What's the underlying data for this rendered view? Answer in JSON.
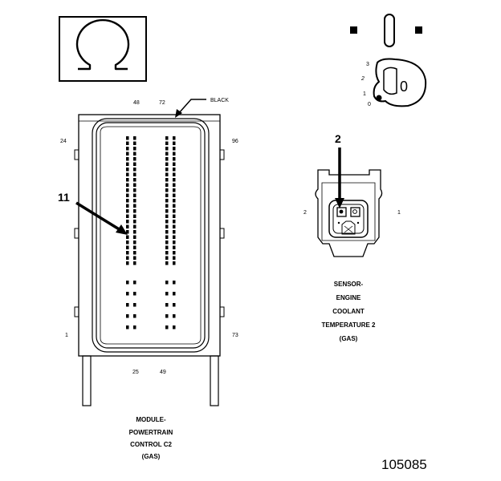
{
  "ohm_symbol": "Ω",
  "ignition": {
    "key_positions": [
      "3",
      "2",
      "1",
      "0"
    ],
    "key_readout": "0"
  },
  "pcm_connector": {
    "color_label": "BLACK",
    "pin_labels": {
      "top_left": "48",
      "top_right": "72",
      "upper_left": "24",
      "upper_right": "96",
      "lower_left": "1",
      "lower_right": "73",
      "bottom_left": "25",
      "bottom_right": "49"
    },
    "callout_pin": "11",
    "caption": [
      "MODULE-",
      "POWERTRAIN",
      "CONTROL C2",
      "(GAS)"
    ]
  },
  "ect_sensor": {
    "callout_pin": "2",
    "pin_left": "2",
    "pin_right": "1",
    "caption": [
      "SENSOR-",
      "ENGINE",
      "COOLANT",
      "TEMPERATURE 2",
      "(GAS)"
    ]
  },
  "figure_number": "105085"
}
